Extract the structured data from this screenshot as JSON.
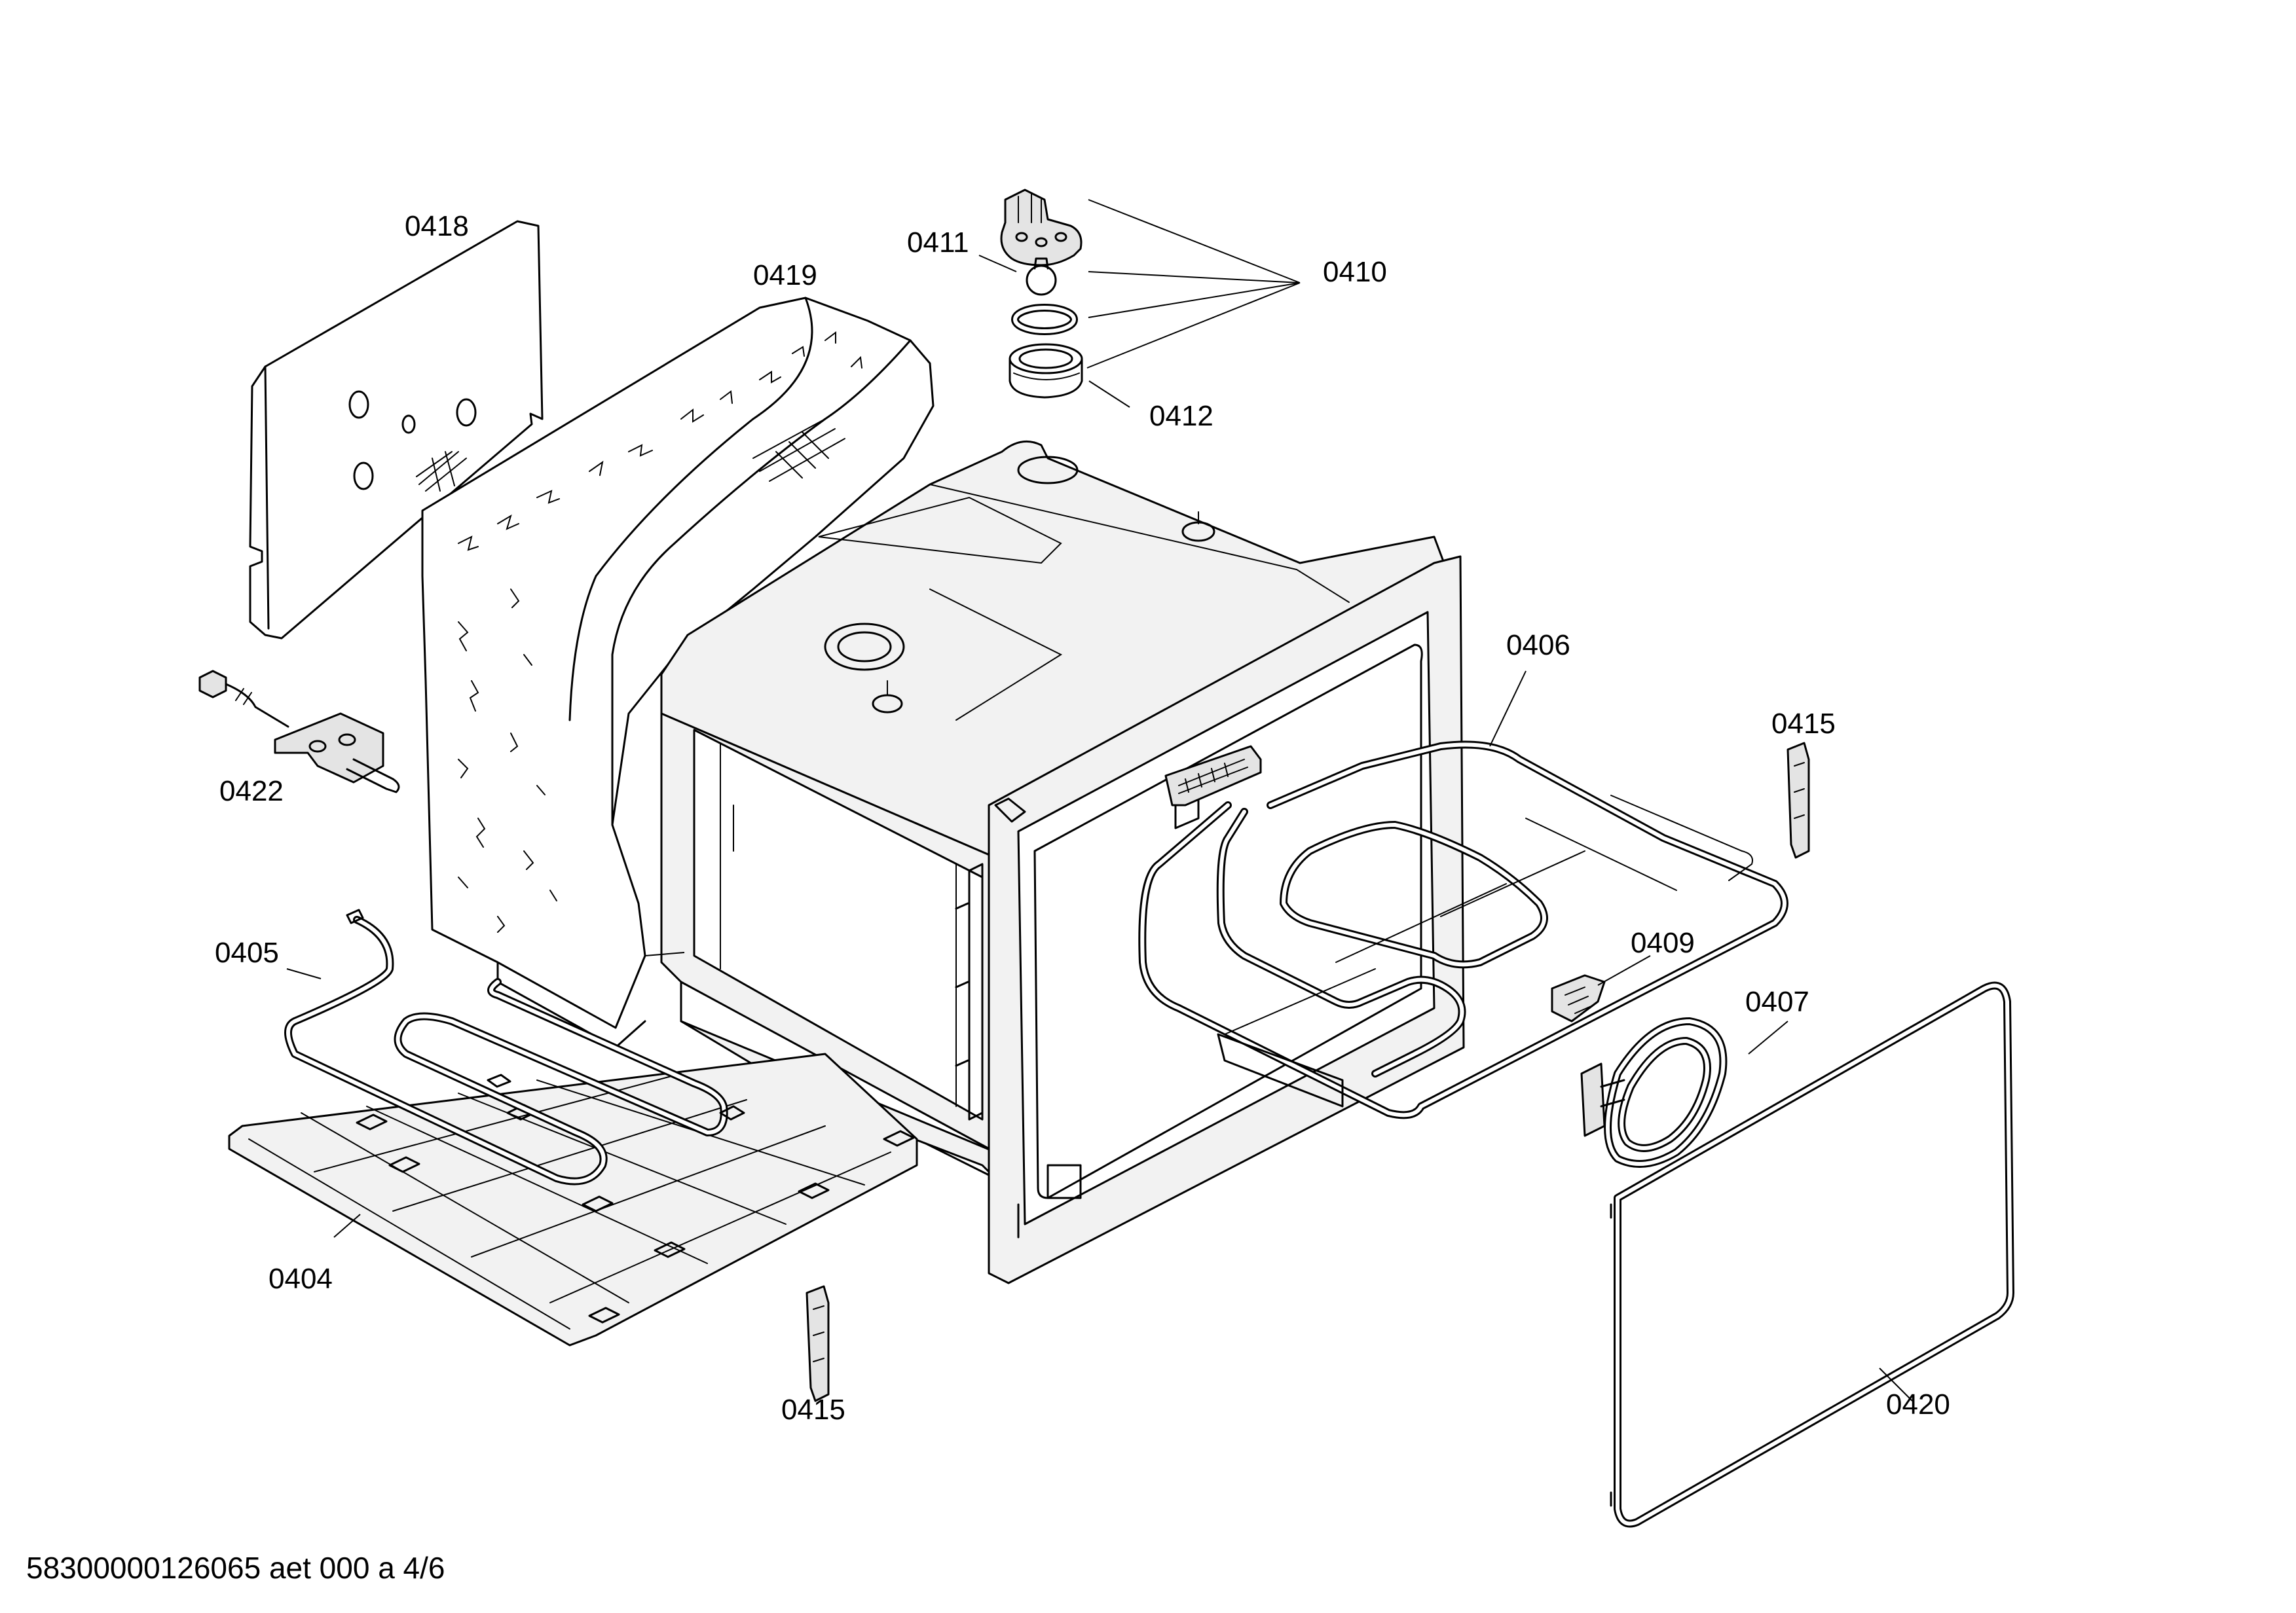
{
  "footer": {
    "document_code": "58300000126065 aet 000 a 4/6"
  },
  "callouts": [
    {
      "id": "0418",
      "text": "0418"
    },
    {
      "id": "0419",
      "text": "0419"
    },
    {
      "id": "0411",
      "text": "0411"
    },
    {
      "id": "0410",
      "text": "0410"
    },
    {
      "id": "0412",
      "text": "0412"
    },
    {
      "id": "0406",
      "text": "0406"
    },
    {
      "id": "0415-right",
      "text": "0415"
    },
    {
      "id": "0422",
      "text": "0422"
    },
    {
      "id": "0405",
      "text": "0405"
    },
    {
      "id": "0409",
      "text": "0409"
    },
    {
      "id": "0407",
      "text": "0407"
    },
    {
      "id": "0404",
      "text": "0404"
    },
    {
      "id": "0415-bottom",
      "text": "0415"
    },
    {
      "id": "0420",
      "text": "0420"
    }
  ],
  "colors": {
    "line": "#000000",
    "background": "#ffffff",
    "panel_fill": "#f2f2f2"
  }
}
